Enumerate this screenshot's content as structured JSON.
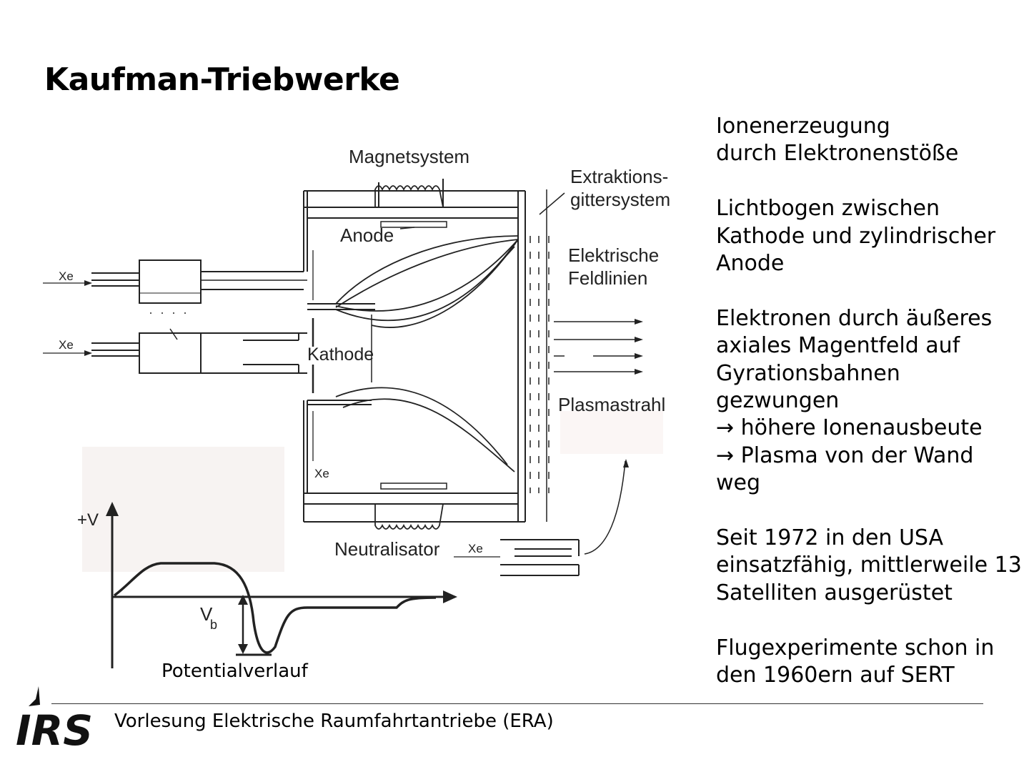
{
  "slide": {
    "title": "Kaufman-Triebwerke"
  },
  "bullets": [
    [
      "Ionenerzeugung",
      "durch Elektronenstöße"
    ],
    [
      "Lichtbogen zwischen",
      "Kathode und zylindrischer",
      "Anode"
    ],
    [
      "Elektronen durch äußeres",
      "axiales Magentfeld auf",
      "Gyrationsbahnen",
      "gezwungen",
      "→ höhere Ionenausbeute",
      "→ Plasma von der Wand",
      "weg"
    ],
    [
      "Seit 1972 in den USA",
      "einsatzfähig, mittlerweile 13",
      "Satelliten ausgerüstet"
    ],
    [
      "Flugexperimente schon in",
      "den 1960ern auf SERT"
    ]
  ],
  "diagram": {
    "labels": {
      "magnetsystem": "Magnetsystem",
      "extraktion_1": "Extraktions-",
      "extraktion_2": "gittersystem",
      "anode": "Anode",
      "elektrische": "Elektrische",
      "feldlinien": "Feldlinien",
      "kathode": "Kathode",
      "plasmastrahl": "Plasmastrahl",
      "neutralisator": "Neutralisator",
      "xe_1": "Xe",
      "xe_2": "Xe",
      "xe_3": "Xe",
      "xe_4": "Xe",
      "plus_v": "+V",
      "vb_main": "V",
      "vb_sub": "b"
    },
    "caption": "Potentialverlauf"
  },
  "footer": {
    "lecture": "Vorlesung Elektrische Raumfahrtantriebe (ERA)",
    "logo_text": "IRS"
  }
}
